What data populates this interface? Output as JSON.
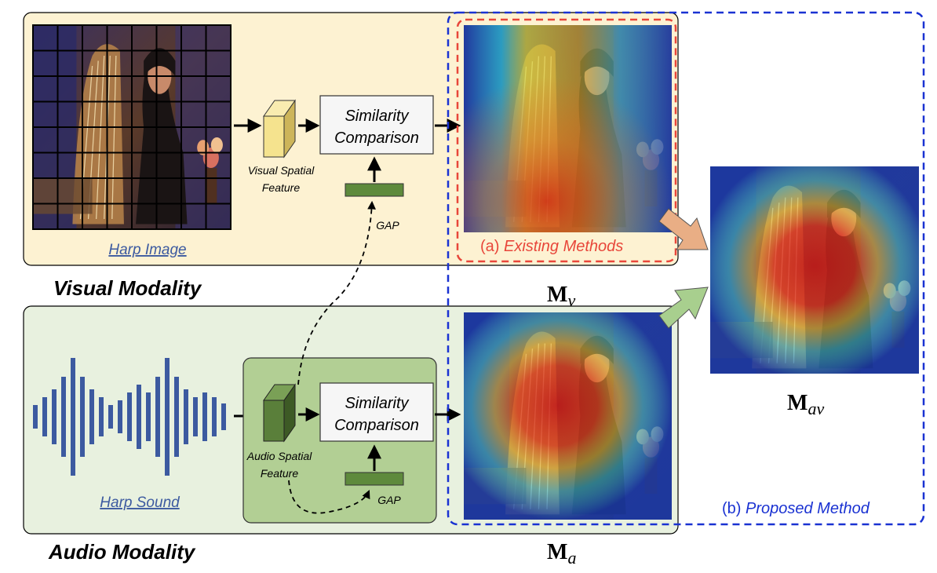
{
  "visual": {
    "modality_label": "Visual Modality",
    "image_caption": "Harp Image",
    "feature_label_line1": "Visual Spatial",
    "feature_label_line2": "Feature",
    "similarity_line1": "Similarity",
    "similarity_line2": "Comparison",
    "gap_label": "GAP",
    "map_label_main": "M",
    "map_label_sub": "v"
  },
  "audio": {
    "modality_label": "Audio Modality",
    "sound_caption": "Harp Sound",
    "feature_label_line1": "Audio Spatial",
    "feature_label_line2": "Feature",
    "similarity_line1": "Similarity",
    "similarity_line2": "Comparison",
    "gap_label": "GAP",
    "map_label_main": "M",
    "map_label_sub": "a"
  },
  "fused": {
    "map_label_main": "M",
    "map_label_sub": "av"
  },
  "methods": {
    "existing_prefix": "(a) ",
    "existing_name": "Existing Methods",
    "proposed_prefix": "(b) ",
    "proposed_name": "Proposed Method"
  },
  "colors": {
    "visual_panel": "#fdf2d2",
    "audio_panel": "#e8f1df",
    "audio_feature_box": "#b2cf94",
    "visual_feature_cube": "#f0dc84",
    "audio_feature_cube": "#5a7f3a",
    "gap_bar": "#5e8a3c",
    "waveform": "#3c5aa0",
    "link_text": "#3c5aa0",
    "existing_red": "#e8463a",
    "proposed_blue": "#1a32d2",
    "arrow_orange": "#e9ae85",
    "arrow_green": "#a8cf8e"
  }
}
